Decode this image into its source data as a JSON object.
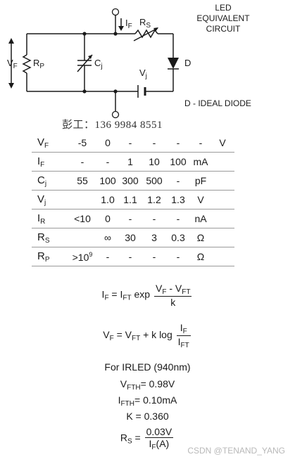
{
  "circuit": {
    "title_lines": [
      "LED",
      "EQUIVALENT",
      "CIRCUIT"
    ],
    "labels": {
      "vf": "V",
      "vf_sub": "F",
      "if": "I",
      "if_sub": "F",
      "rs": "R",
      "rs_sub": "S",
      "rp": "R",
      "rp_sub": "P",
      "cj": "C",
      "cj_sub": "j",
      "vj": "V",
      "vj_sub": "j",
      "d": "D"
    },
    "ideal_diode_note": "D - IDEAL DIODE"
  },
  "contact_line": "彭工：136 9984 8551",
  "spec_table": {
    "rows": [
      {
        "name": "V",
        "sub": "F",
        "sup": "",
        "values": [
          "-5",
          "0",
          "-",
          "-",
          "-",
          "-"
        ],
        "unit": "V"
      },
      {
        "name": "I",
        "sub": "F",
        "sup": "",
        "values": [
          "-",
          "-",
          "1",
          "10",
          "100",
          "mA"
        ],
        "unit": ""
      },
      {
        "name": "C",
        "sub": "j",
        "sup": "",
        "values": [
          "55",
          "100",
          "300",
          "500",
          "-",
          "pF"
        ],
        "unit": ""
      },
      {
        "name": "V",
        "sub": "j",
        "sup": "",
        "values": [
          "",
          "1.0",
          "1.1",
          "1.2",
          "1.3",
          "V"
        ],
        "unit": ""
      },
      {
        "name": "I",
        "sub": "R",
        "sup": "",
        "values": [
          "<10",
          "0",
          "-",
          "-",
          "-",
          "nA"
        ],
        "unit": ""
      },
      {
        "name": "R",
        "sub": "S",
        "sup": "",
        "values": [
          "",
          "∞",
          "30",
          "3",
          "0.3",
          "Ω"
        ],
        "unit": ""
      },
      {
        "name": "R",
        "sub": "P",
        "sup": "",
        "values": [
          ">10",
          "-",
          "-",
          "-",
          "-",
          "Ω"
        ],
        "unit": "",
        "first_sup": "9"
      }
    ]
  },
  "equations": {
    "eq1": {
      "lhs": "I",
      "lhs_sub": "F",
      "mid": " = I",
      "mid_sub": "FT",
      "fn": " exp ",
      "num": "V",
      "num_sub": "F",
      "num2": " - V",
      "num2_sub": "FT",
      "den": "k"
    },
    "eq2": {
      "lhs": "V",
      "lhs_sub": "F",
      "mid": " = V",
      "mid_sub": "FT",
      "fn": " + k log ",
      "num": "I",
      "num_sub": "F",
      "den": "I",
      "den_sub": "FT"
    }
  },
  "irled": {
    "heading": "For IRLED (940nm)",
    "vfth": {
      "sym": "V",
      "sub": "FTH",
      "val": "= 0.98V"
    },
    "ifth": {
      "sym": "I",
      "sub": "FTH",
      "val": "= 0.10mA"
    },
    "k": {
      "text": "K = 0.360"
    },
    "rs": {
      "lhs": "R",
      "lhs_sub": "S",
      "eq": " = ",
      "num": "0.03V",
      "den": "I",
      "den_sub": "F",
      "den_tail": "(A)"
    }
  },
  "watermark": "CSDN @TENAND_YANG"
}
